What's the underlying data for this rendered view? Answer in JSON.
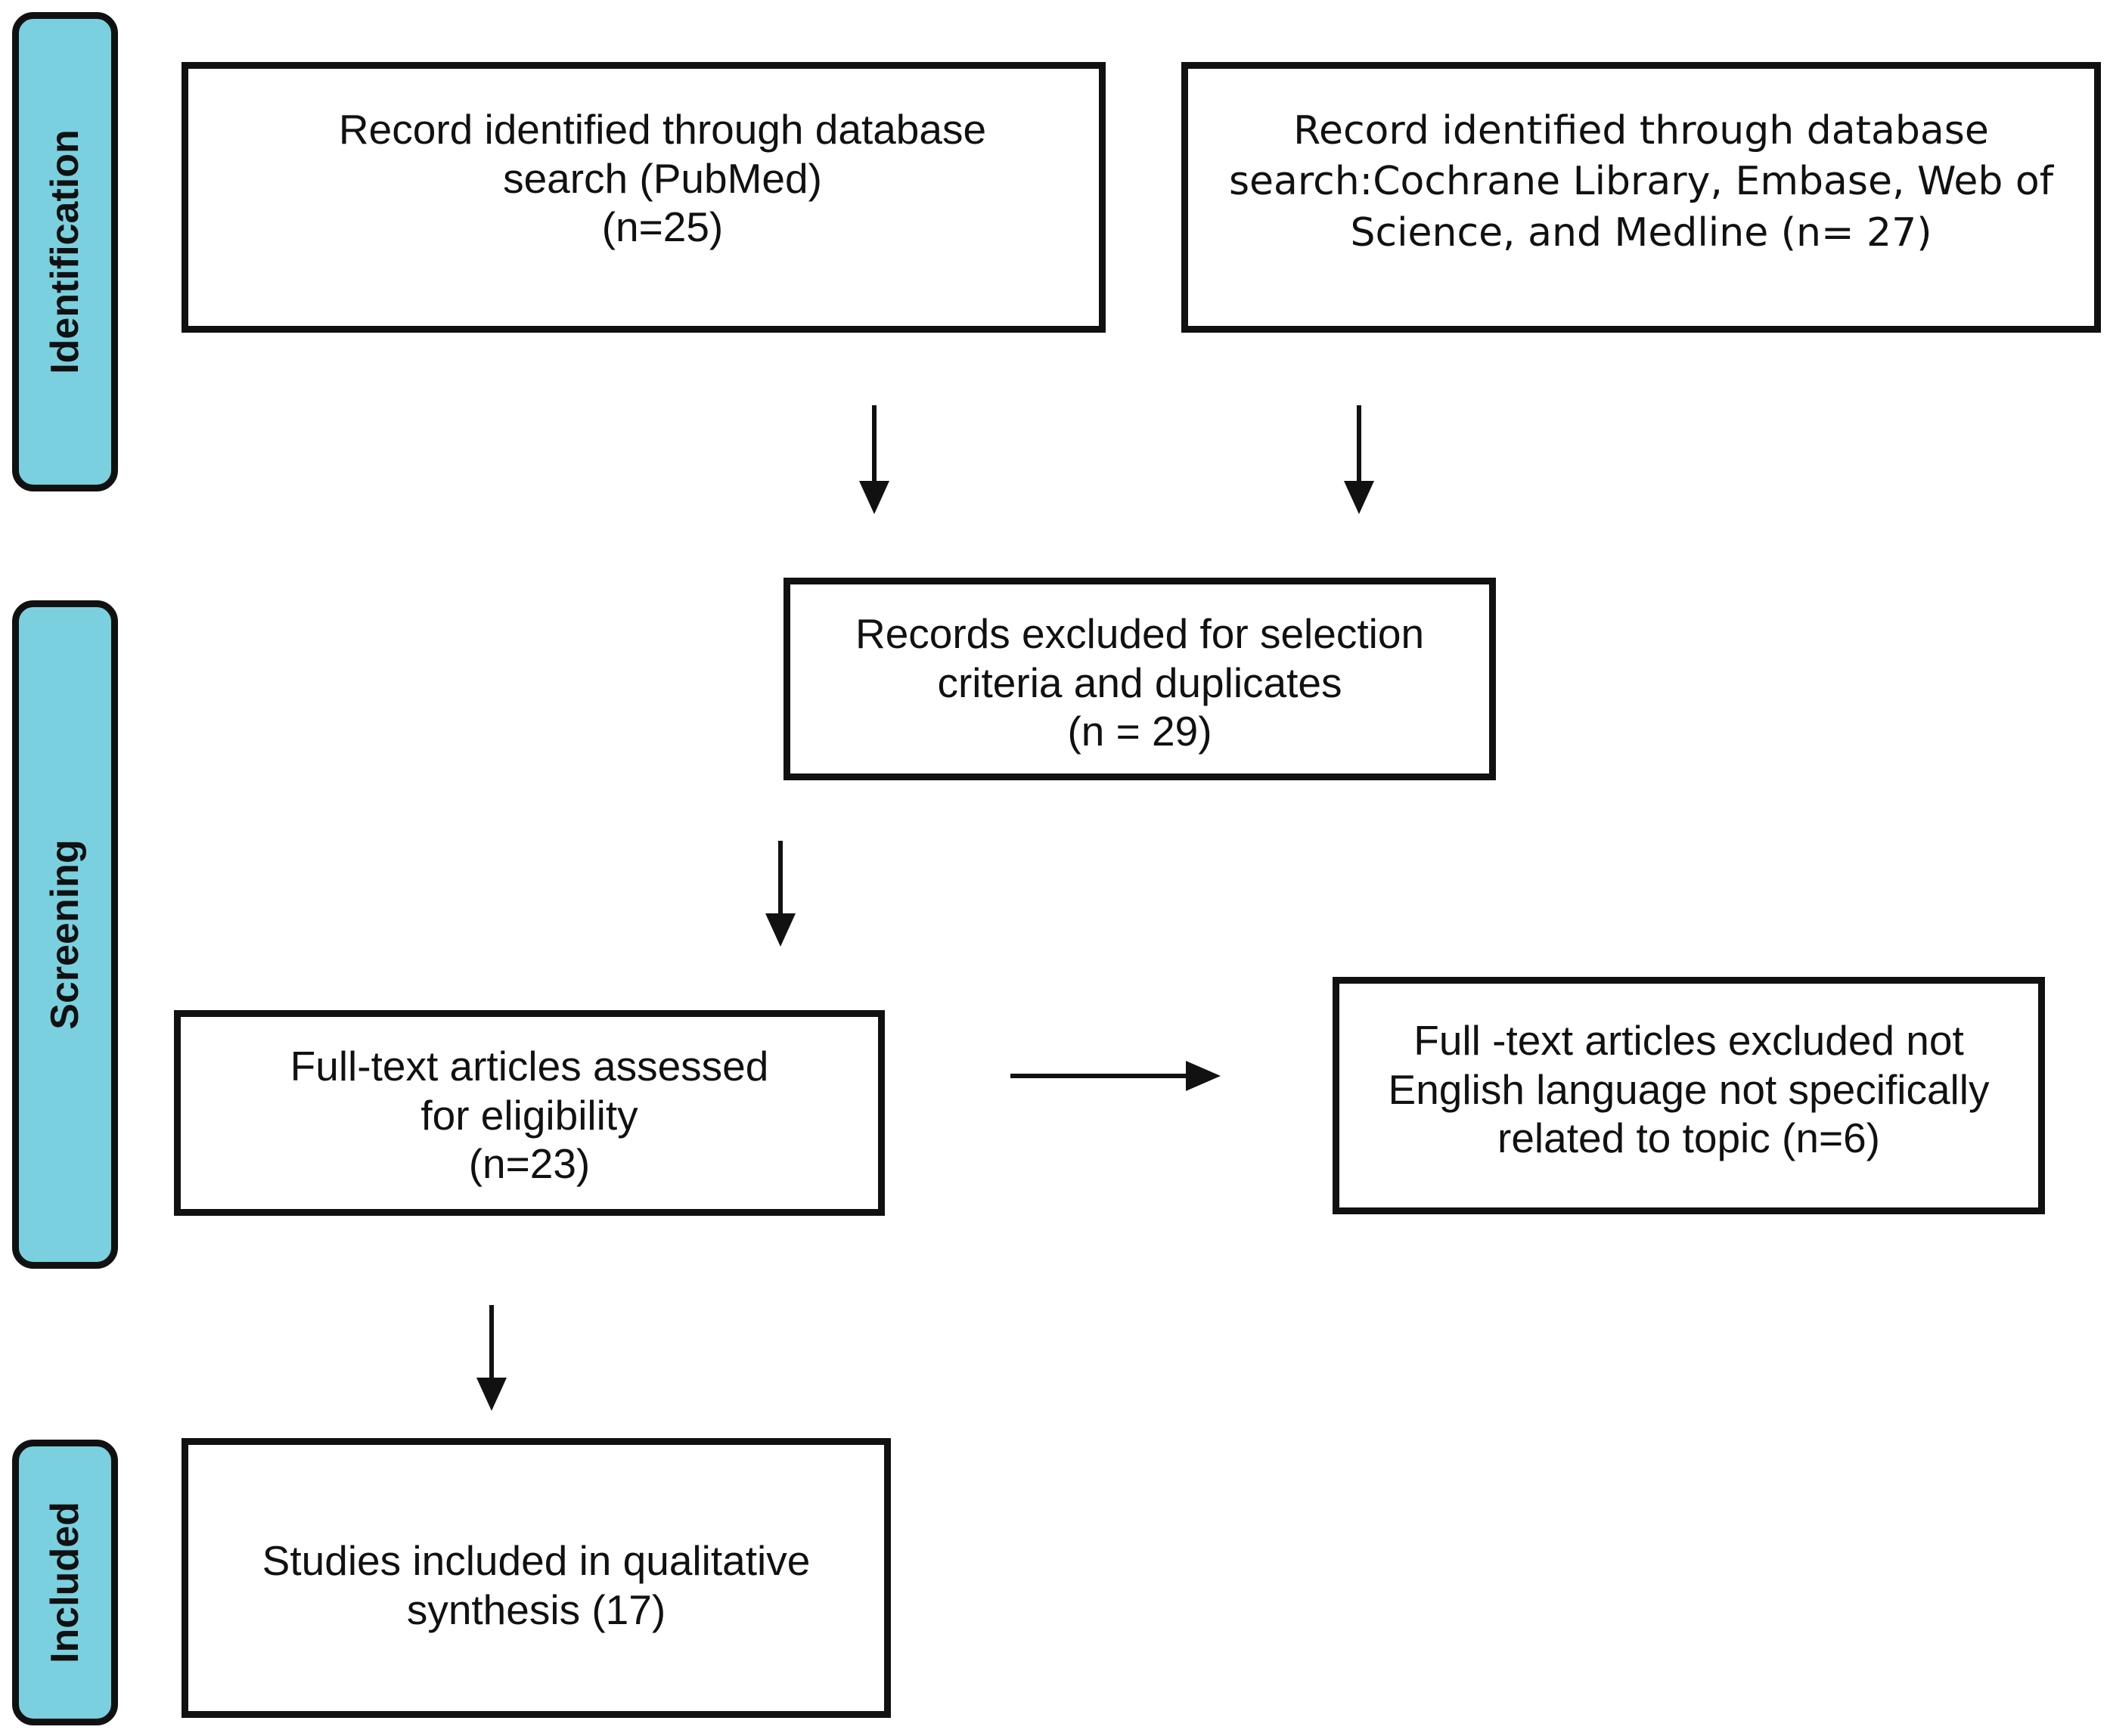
{
  "phases": {
    "identification": "Identification",
    "screening": "Screening",
    "included": "Included"
  },
  "boxes": {
    "pubmed": {
      "line1": "Record identified through database",
      "line2": "search (PubMed)",
      "line3": "(n=25)"
    },
    "other_db": {
      "line1": "Record identified through database",
      "line2": "search:Cochrane Library, Embase, Web of",
      "line3": "Science, and Medline  (n= 27)"
    },
    "excluded_selection": {
      "line1": "Records excluded for selection",
      "line2": "criteria and duplicates",
      "line3": "(n = 29)"
    },
    "fulltext_assessed": {
      "line1": "Full-text articles assessed",
      "line2": "for eligibility",
      "line3": "(n=23)"
    },
    "fulltext_excluded": {
      "line1": "Full -text articles excluded not",
      "line2": "English language not specifically",
      "line3": "related to topic (n=6)"
    },
    "included_studies": {
      "line1": "Studies included in qualitative",
      "line2": "synthesis (17)"
    }
  },
  "colors": {
    "phase_fill": "#7ad0de",
    "stroke": "#111111"
  }
}
